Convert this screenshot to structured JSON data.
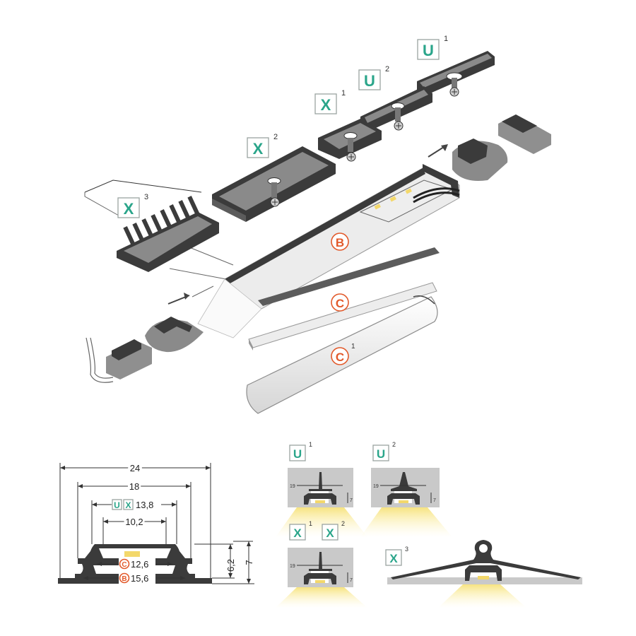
{
  "exploded_view": {
    "badges": {
      "u1": {
        "letter": "U",
        "sup": "1"
      },
      "u2": {
        "letter": "U",
        "sup": "2"
      },
      "x1": {
        "letter": "X",
        "sup": "1"
      },
      "x2": {
        "letter": "X",
        "sup": "2"
      },
      "x3": {
        "letter": "X",
        "sup": "3"
      }
    },
    "circles": {
      "b": {
        "letter": "B",
        "sup": ""
      },
      "c": {
        "letter": "C",
        "sup": ""
      },
      "c1": {
        "letter": "C",
        "sup": "1"
      }
    }
  },
  "cross_section": {
    "dims": {
      "w24": "24",
      "w18": "18",
      "w138": "13,8",
      "w102": "10,2",
      "h62": "6,2",
      "h7": "7",
      "c_val": "12,6",
      "b_val": "15,6"
    },
    "inline_badges": {
      "u": "U",
      "x": "X",
      "c": "C",
      "b": "B"
    }
  },
  "mount_details": {
    "u1": {
      "letter": "U",
      "sup": "1",
      "dim19": "19",
      "dim7": "7"
    },
    "u2": {
      "letter": "U",
      "sup": "2",
      "dim19": "19",
      "dim7": "7"
    },
    "x1": {
      "letter": "X",
      "sup": "1",
      "dim19": "19",
      "dim7": "7"
    },
    "x2": {
      "letter": "X",
      "sup": "2"
    },
    "x3": {
      "letter": "X",
      "sup": "3"
    }
  },
  "colors": {
    "badge_green": "#2aa58a",
    "circle_orange": "#e25a2b",
    "profile_dark": "#3b3b3b"
  }
}
